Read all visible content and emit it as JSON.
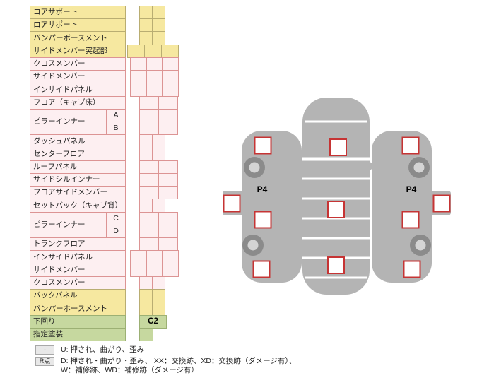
{
  "colors": {
    "yellow_bg": "#f6e8a0",
    "yellow_border": "#b9ad72",
    "pink_bg": "#fdeff1",
    "pink_border": "#dc9494",
    "green_bg": "#c6d89f",
    "green_border": "#9cb074",
    "car_gray": "#b4b4b4",
    "marker_red": "#c63434"
  },
  "table": {
    "row_height": 18.23,
    "rows": [
      {
        "label": "コアサポート",
        "type": "yellow",
        "cells": 2,
        "off": 17,
        "w": 18
      },
      {
        "label": "ロアサポート",
        "type": "yellow",
        "cells": 2,
        "off": 17,
        "w": 18
      },
      {
        "label": "バンパーボースメント",
        "type": "yellow",
        "cells": 2,
        "off": 17,
        "w": 18
      },
      {
        "label": "サイドメンバー突起部",
        "type": "yellow",
        "cells": 3,
        "off": 0,
        "w": 24
      },
      {
        "label": "クロスメンバー",
        "type": "pink",
        "cells": 3,
        "off": 4,
        "w": 22.5
      },
      {
        "label": "サイドメンバー",
        "type": "pink",
        "cells": 3,
        "off": 4,
        "w": 22.5
      },
      {
        "label": "インサイドパネル",
        "type": "pink",
        "cells": 3,
        "off": 4,
        "w": 22.5
      },
      {
        "label": "フロア（キャブ床）",
        "type": "pink",
        "cells": 2,
        "off": 17,
        "w": 27
      },
      {
        "label": "ピラーインナー",
        "span": 2,
        "sub": "A",
        "type": "pink",
        "cells": 2,
        "off": 17,
        "w": 27
      },
      {
        "label": null,
        "sub": "B",
        "type": "pink",
        "cells": 2,
        "off": 17,
        "w": 27
      },
      {
        "label": "ダッシュパネル",
        "type": "pink",
        "cells": 2,
        "off": 17,
        "w": 18
      },
      {
        "label": "センターフロア",
        "type": "pink",
        "cells": 2,
        "off": 17,
        "w": 18
      },
      {
        "label": "ルーフパネル",
        "type": "pink",
        "cells": 2,
        "off": 17,
        "w": 27
      },
      {
        "label": "サイドシルインナー",
        "type": "pink",
        "cells": 2,
        "off": 17,
        "w": 27
      },
      {
        "label": "フロアサイドメンバー",
        "type": "pink",
        "cells": 2,
        "off": 17,
        "w": 27
      },
      {
        "label": "セットバック（キャブ背）",
        "type": "pink",
        "cells": 2,
        "off": 17,
        "w": 18
      },
      {
        "label": "ピラーインナー",
        "span": 2,
        "sub": "C",
        "type": "pink",
        "cells": 2,
        "off": 17,
        "w": 27
      },
      {
        "label": null,
        "sub": "D",
        "type": "pink",
        "cells": 2,
        "off": 17,
        "w": 27
      },
      {
        "label": "トランクフロア",
        "type": "pink",
        "cells": 2,
        "off": 17,
        "w": 27
      },
      {
        "label": "インサイドパネル",
        "type": "pink",
        "cells": 3,
        "off": 4,
        "w": 22.5
      },
      {
        "label": "サイドメンバー",
        "type": "pink",
        "cells": 3,
        "off": 4,
        "w": 22.5
      },
      {
        "label": "クロスメンバー",
        "type": "pink",
        "cells": 2,
        "off": 17,
        "w": 18
      },
      {
        "label": "バックパネル",
        "type": "yellow",
        "cells": 2,
        "off": 17,
        "w": 18
      },
      {
        "label": "バンパーホースメント",
        "type": "yellow",
        "cells": 2,
        "off": 17,
        "w": 18
      },
      {
        "label": "下回り",
        "type": "green",
        "cells": 1,
        "off": 17,
        "w": 38,
        "cell_text": "C2"
      },
      {
        "label": "指定塗装",
        "type": "green",
        "cells": 1,
        "off": 17,
        "w": 19
      }
    ]
  },
  "diagram": {
    "left_panel_code": "P4",
    "right_panel_code": "P4"
  },
  "legend": {
    "items": [
      {
        "badge": "-",
        "text": "U: 押され、曲がり、歪み"
      },
      {
        "badge": "R点",
        "text": "D: 押され・曲がり・歪み、 XX：交換跡、XD：交換跡（ダメージ有）、W：補修跡、WD：補修跡（ダメージ有）"
      }
    ]
  }
}
